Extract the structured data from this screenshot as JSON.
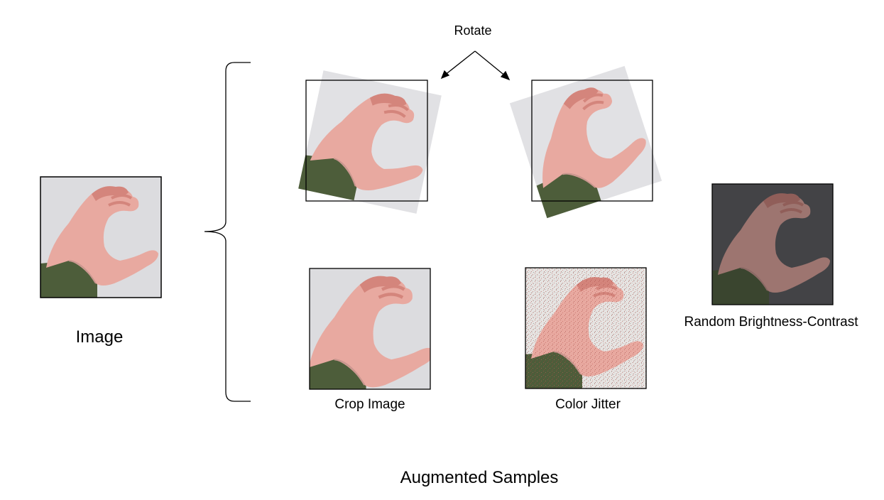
{
  "labels": {
    "rotate": "Rotate",
    "image": "Image",
    "crop": "Crop Image",
    "color_jitter": "Color Jitter",
    "brightness_contrast": "Random Brightness-Contrast",
    "augmented": "Augmented Samples"
  },
  "colors": {
    "background_light": "#dcdcdf",
    "background_dark": "#5a5a5e",
    "skin": "#e8a9a0",
    "skin_shadow": "#d4857c",
    "sleeve": "#4d5d3a",
    "frame": "#000000"
  },
  "icons": {
    "brace": "left-curly-brace",
    "arrows": "branching-arrows"
  }
}
